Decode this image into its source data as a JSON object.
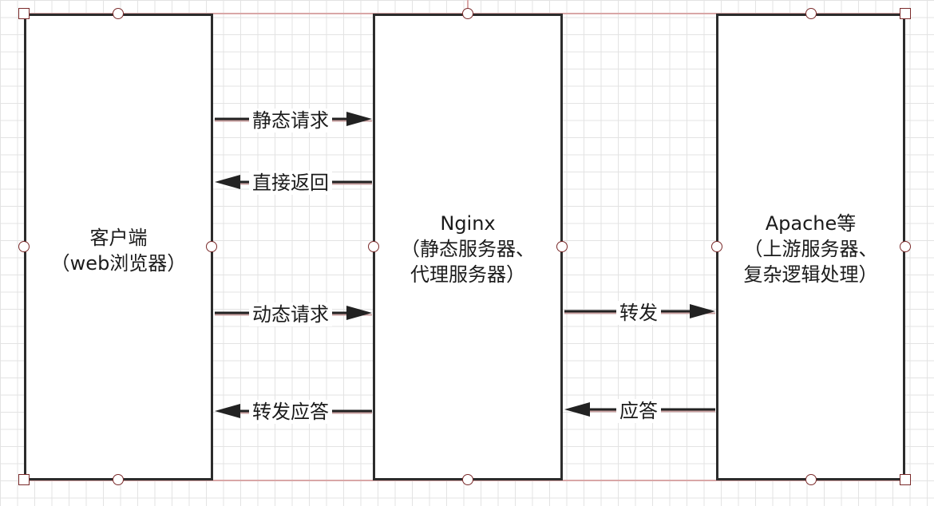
{
  "nodes": {
    "client": {
      "lines": [
        "客户端",
        "（web浏览器）"
      ]
    },
    "nginx": {
      "lines": [
        "Nginx",
        "（静态服务器、",
        "代理服务器）"
      ]
    },
    "apache": {
      "lines": [
        "Apache等",
        "（上游服务器、",
        "复杂逻辑处理）"
      ]
    }
  },
  "edges": {
    "static_request": "静态请求",
    "direct_return": "直接返回",
    "dynamic_request": "动态请求",
    "forward_response": "转发应答",
    "forward": "转发",
    "response": "应答"
  },
  "colors": {
    "box_border": "#2c2c2c",
    "arrow_shadow": "#c9a0a0",
    "selection_handle": "#7a2a2a",
    "grid": "#e3e3e3"
  }
}
